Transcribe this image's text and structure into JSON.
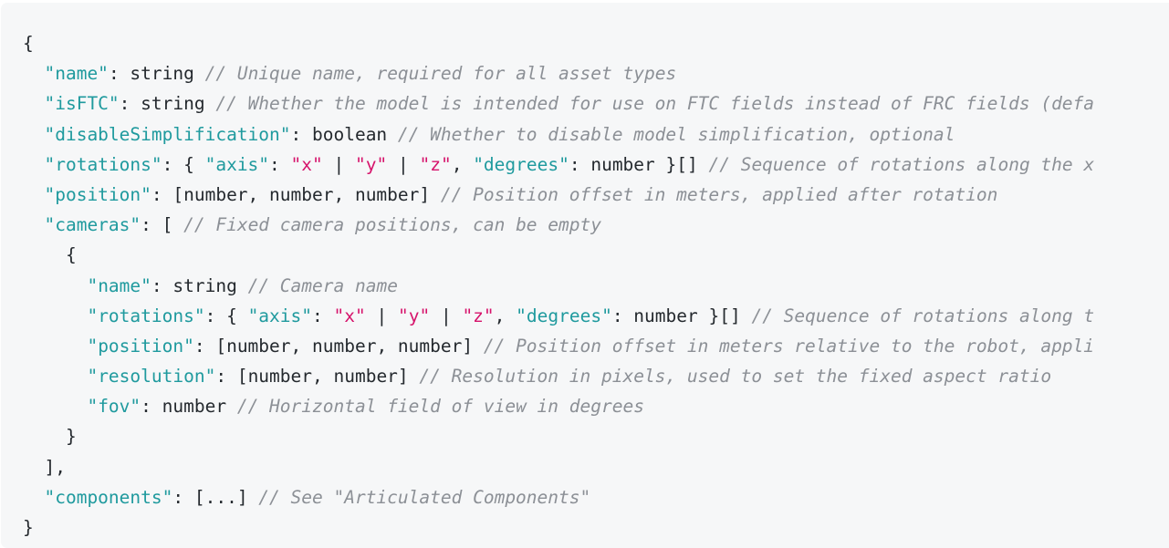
{
  "code_lines": [
    [
      {
        "t": "{",
        "k": "plain"
      }
    ],
    [
      {
        "t": "  ",
        "k": "plain"
      },
      {
        "t": "\"name\"",
        "k": "key"
      },
      {
        "t": ": string ",
        "k": "plain"
      },
      {
        "t": "// Unique name, required for all asset types",
        "k": "comment"
      }
    ],
    [
      {
        "t": "  ",
        "k": "plain"
      },
      {
        "t": "\"isFTC\"",
        "k": "key"
      },
      {
        "t": ": string ",
        "k": "plain"
      },
      {
        "t": "// Whether the model is intended for use on FTC fields instead of FRC fields (defa",
        "k": "comment"
      }
    ],
    [
      {
        "t": "  ",
        "k": "plain"
      },
      {
        "t": "\"disableSimplification\"",
        "k": "key"
      },
      {
        "t": ": boolean ",
        "k": "plain"
      },
      {
        "t": "// Whether to disable model simplification, optional",
        "k": "comment"
      }
    ],
    [
      {
        "t": "  ",
        "k": "plain"
      },
      {
        "t": "\"rotations\"",
        "k": "key"
      },
      {
        "t": ": { ",
        "k": "plain"
      },
      {
        "t": "\"axis\"",
        "k": "key"
      },
      {
        "t": ": ",
        "k": "plain"
      },
      {
        "t": "\"x\"",
        "k": "str"
      },
      {
        "t": " | ",
        "k": "plain"
      },
      {
        "t": "\"y\"",
        "k": "str"
      },
      {
        "t": " | ",
        "k": "plain"
      },
      {
        "t": "\"z\"",
        "k": "str"
      },
      {
        "t": ", ",
        "k": "plain"
      },
      {
        "t": "\"degrees\"",
        "k": "key"
      },
      {
        "t": ": number }[] ",
        "k": "plain"
      },
      {
        "t": "// Sequence of rotations along the x",
        "k": "comment"
      }
    ],
    [
      {
        "t": "  ",
        "k": "plain"
      },
      {
        "t": "\"position\"",
        "k": "key"
      },
      {
        "t": ": [number, number, number] ",
        "k": "plain"
      },
      {
        "t": "// Position offset in meters, applied after rotation",
        "k": "comment"
      }
    ],
    [
      {
        "t": "  ",
        "k": "plain"
      },
      {
        "t": "\"cameras\"",
        "k": "key"
      },
      {
        "t": ": [ ",
        "k": "plain"
      },
      {
        "t": "// Fixed camera positions, can be empty",
        "k": "comment"
      }
    ],
    [
      {
        "t": "    {",
        "k": "plain"
      }
    ],
    [
      {
        "t": "      ",
        "k": "plain"
      },
      {
        "t": "\"name\"",
        "k": "key"
      },
      {
        "t": ": string ",
        "k": "plain"
      },
      {
        "t": "// Camera name",
        "k": "comment"
      }
    ],
    [
      {
        "t": "      ",
        "k": "plain"
      },
      {
        "t": "\"rotations\"",
        "k": "key"
      },
      {
        "t": ": { ",
        "k": "plain"
      },
      {
        "t": "\"axis\"",
        "k": "key"
      },
      {
        "t": ": ",
        "k": "plain"
      },
      {
        "t": "\"x\"",
        "k": "str"
      },
      {
        "t": " | ",
        "k": "plain"
      },
      {
        "t": "\"y\"",
        "k": "str"
      },
      {
        "t": " | ",
        "k": "plain"
      },
      {
        "t": "\"z\"",
        "k": "str"
      },
      {
        "t": ", ",
        "k": "plain"
      },
      {
        "t": "\"degrees\"",
        "k": "key"
      },
      {
        "t": ": number }[] ",
        "k": "plain"
      },
      {
        "t": "// Sequence of rotations along t",
        "k": "comment"
      }
    ],
    [
      {
        "t": "      ",
        "k": "plain"
      },
      {
        "t": "\"position\"",
        "k": "key"
      },
      {
        "t": ": [number, number, number] ",
        "k": "plain"
      },
      {
        "t": "// Position offset in meters relative to the robot, appli",
        "k": "comment"
      }
    ],
    [
      {
        "t": "      ",
        "k": "plain"
      },
      {
        "t": "\"resolution\"",
        "k": "key"
      },
      {
        "t": ": [number, number] ",
        "k": "plain"
      },
      {
        "t": "// Resolution in pixels, used to set the fixed aspect ratio",
        "k": "comment"
      }
    ],
    [
      {
        "t": "      ",
        "k": "plain"
      },
      {
        "t": "\"fov\"",
        "k": "key"
      },
      {
        "t": ": number ",
        "k": "plain"
      },
      {
        "t": "// Horizontal field of view in degrees",
        "k": "comment"
      }
    ],
    [
      {
        "t": "    }",
        "k": "plain"
      }
    ],
    [
      {
        "t": "  ],",
        "k": "plain"
      }
    ],
    [
      {
        "t": "  ",
        "k": "plain"
      },
      {
        "t": "\"components\"",
        "k": "key"
      },
      {
        "t": ": [...] ",
        "k": "plain"
      },
      {
        "t": "// See \"Articulated Components\"",
        "k": "comment"
      }
    ],
    [
      {
        "t": "}",
        "k": "plain"
      }
    ]
  ],
  "colors": {
    "background": "#f6f7f8",
    "key": "#1f9a9e",
    "string": "#d6136b",
    "comment": "#8c9096",
    "text": "#24292e"
  }
}
